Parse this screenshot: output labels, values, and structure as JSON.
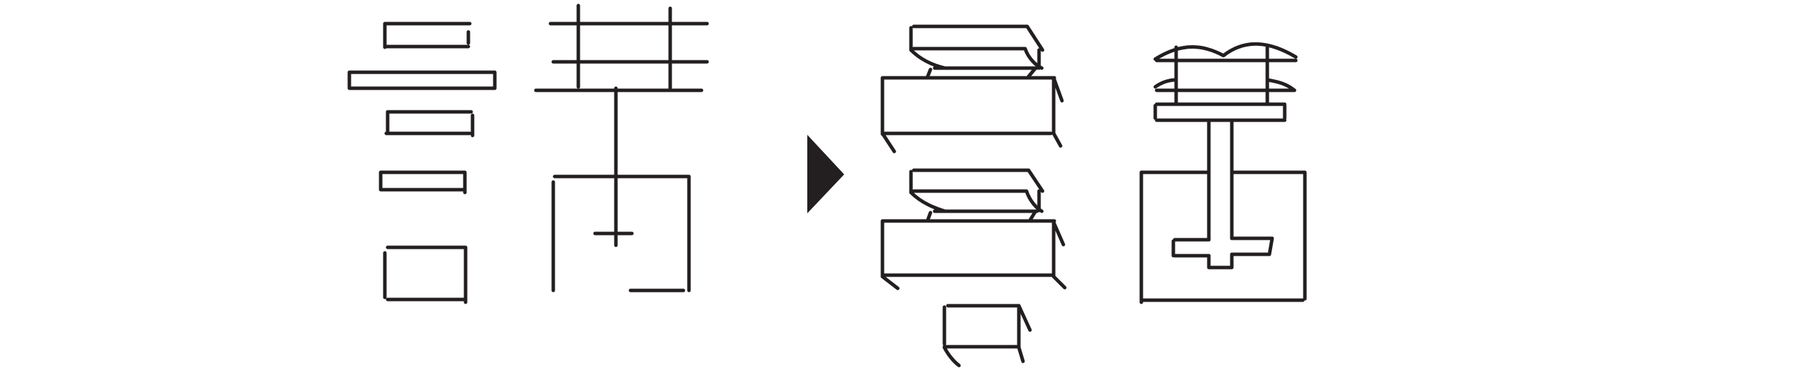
{
  "figure": {
    "ink_color": "#231f20",
    "background": "#ffffff",
    "arrow_icon": "play-triangle-right",
    "panels": [
      {
        "id": "source-glyph"
      },
      {
        "id": "transformed-glyph-left"
      },
      {
        "id": "transformed-glyph-right"
      }
    ]
  }
}
